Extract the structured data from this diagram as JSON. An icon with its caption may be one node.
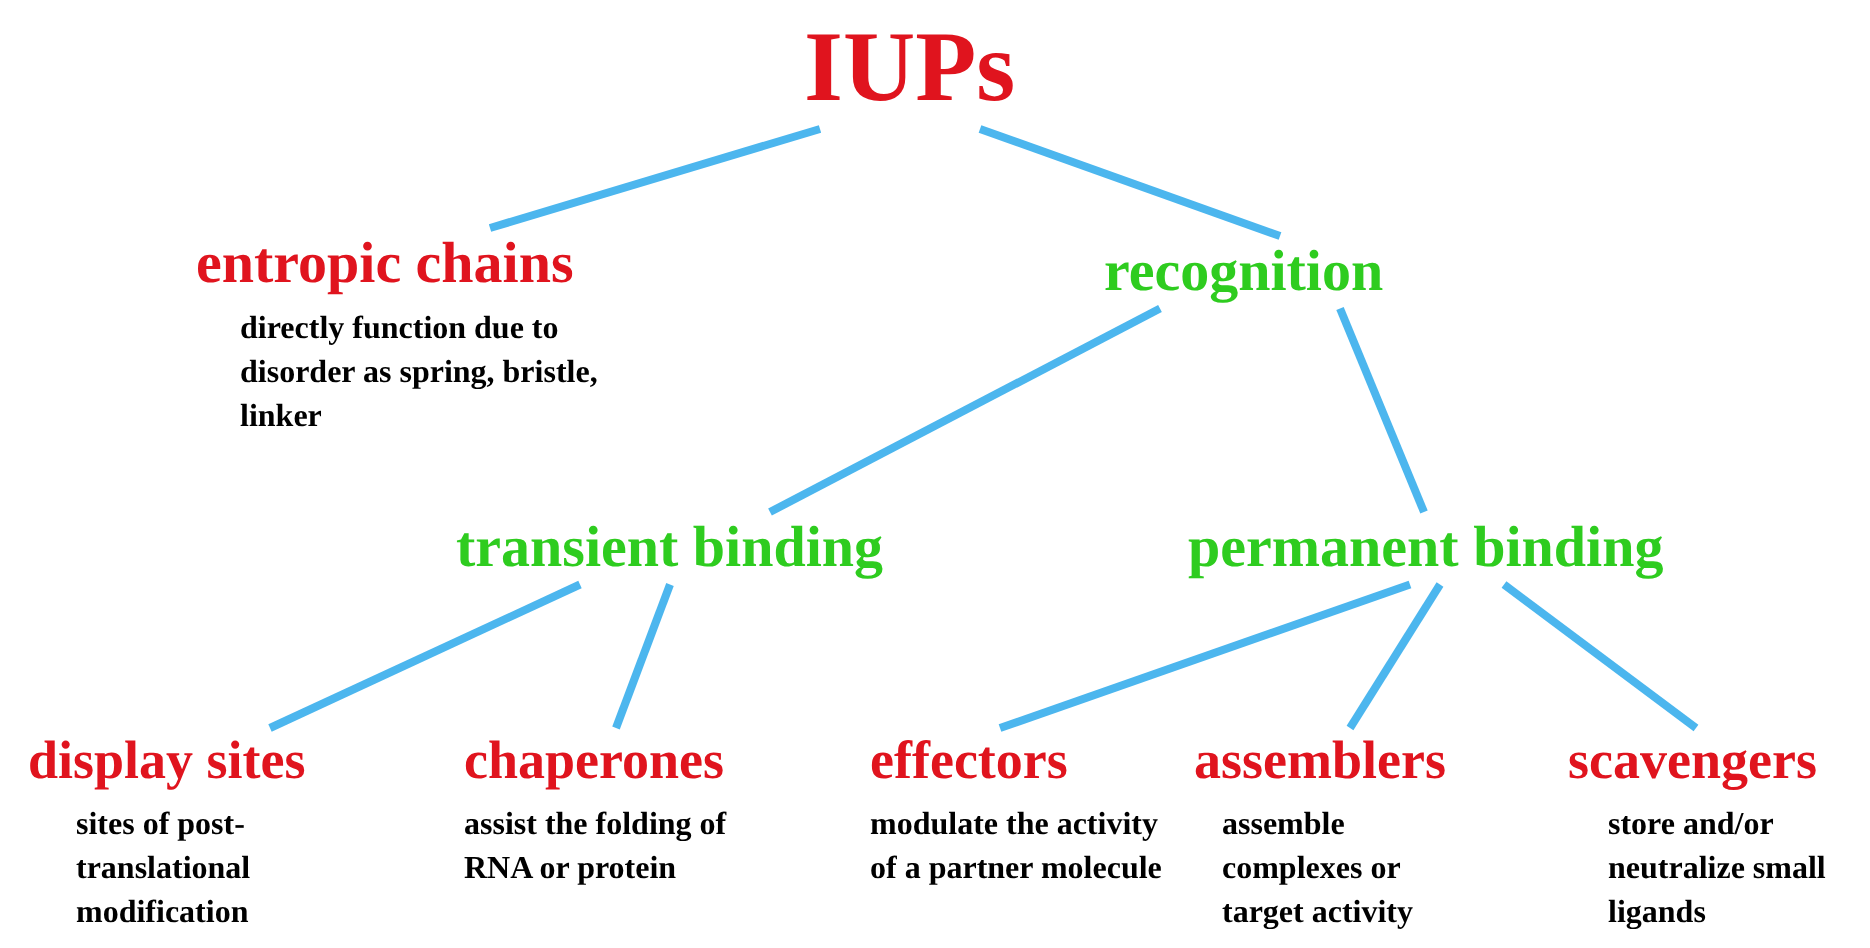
{
  "diagram": {
    "nodes": [
      {
        "text": [
          "IUPs"
        ]
      },
      {
        "text": [
          "entropic chains",
          "directly function due to disorder as spring, bristle, linker"
        ]
      },
      {
        "text": [
          "recognition"
        ]
      },
      {
        "text": [
          "transient binding"
        ]
      },
      {
        "text": [
          "permanent binding"
        ]
      },
      {
        "text": [
          "display sites",
          "sites of post-translational modification"
        ]
      },
      {
        "text": [
          "chaperones",
          "assist the folding of RNA or protein"
        ]
      },
      {
        "text": [
          "effectors",
          "modulate the activity of a partner molecule"
        ]
      },
      {
        "text": [
          "assemblers",
          "assemble complexes or target activity"
        ]
      },
      {
        "text": [
          "scavengers",
          "store and/or neutralize small ligands"
        ]
      }
    ],
    "edges": [
      {
        "from": 0,
        "to": 1,
        "arrow": "none"
      },
      {
        "from": 0,
        "to": 2,
        "arrow": "none"
      },
      {
        "from": 2,
        "to": 3,
        "arrow": "none"
      },
      {
        "from": 2,
        "to": 4,
        "arrow": "none"
      },
      {
        "from": 3,
        "to": 5,
        "arrow": "none"
      },
      {
        "from": 3,
        "to": 6,
        "arrow": "none"
      },
      {
        "from": 4,
        "to": 7,
        "arrow": "none"
      },
      {
        "from": 4,
        "to": 8,
        "arrow": "none"
      },
      {
        "from": 4,
        "to": 9,
        "arrow": "none"
      }
    ]
  }
}
